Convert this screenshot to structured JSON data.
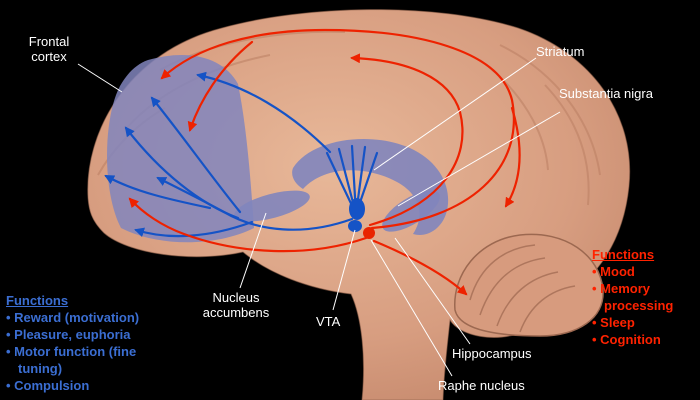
{
  "labels": {
    "frontal_cortex": "Frontal cortex",
    "striatum": "Striatum",
    "substantia_nigra": "Substantia nigra",
    "nucleus_accumbens": "Nucleus accumbens",
    "vta": "VTA",
    "hippocampus": "Hippocampus",
    "raphe_nucleus": "Raphe nucleus"
  },
  "left_functions": {
    "title": "Functions",
    "items": [
      "Reward (motivation)",
      "Pleasure, euphoria",
      "Motor function (fine tuning)",
      "Compulsion"
    ],
    "color": "#3b6ed2"
  },
  "right_functions": {
    "title": "Functions",
    "items": [
      "Mood",
      "Memory processing",
      "Sleep",
      "Cognition"
    ],
    "color": "#ff2200"
  },
  "colors": {
    "background": "#000000",
    "brain": "#d9a184",
    "limbic_regions": "#8185bd",
    "dopamine_pathway": "#1553c6",
    "serotonin_pathway": "#ee2200",
    "pointer_lines": "#ffffff"
  }
}
